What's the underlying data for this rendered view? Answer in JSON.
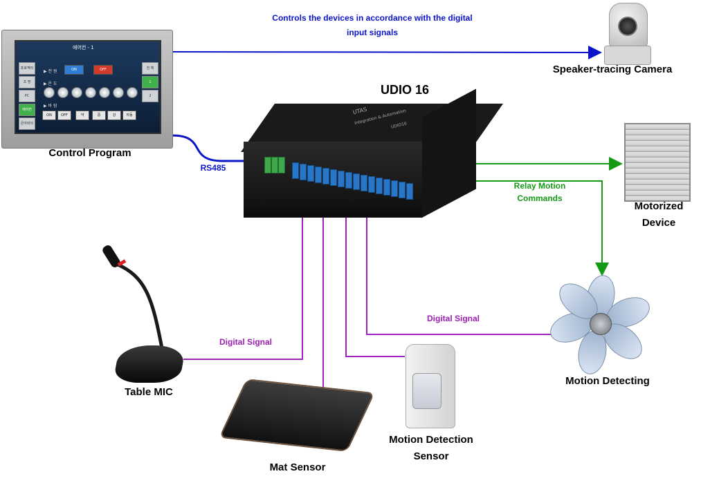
{
  "title": "UDIO 16",
  "top_annotation": {
    "line1": "Controls the devices in accordance with the digital",
    "line2": "input signals"
  },
  "labels": {
    "control_program": "Control Program",
    "rs485": "RS485",
    "camera": "Speaker-tracing Camera",
    "relay_line1": "Relay Motion",
    "relay_line2": "Commands",
    "motorized_line1": "Motorized",
    "motorized_line2": "Device",
    "motion_detecting": "Motion Detecting",
    "digital_signal_left": "Digital Signal",
    "digital_signal_right": "Digital Signal",
    "table_mic": "Table MIC",
    "mat_sensor": "Mat Sensor",
    "motion_sensor_line1": "Motion Detection",
    "motion_sensor_line2": "Sensor"
  },
  "box_print": {
    "brand": "UTAS",
    "sub": "Integration & Automation",
    "model": "UDIO16"
  },
  "screen_ui": {
    "header": "에어컨 - 1",
    "power_label": "▶ 전 원",
    "on_label": "ON",
    "off_label": "OFF",
    "temp_label": "▶ 온 도",
    "wind_label": "▶ 바 람",
    "wind_buttons": [
      "ON",
      "OFF",
      "약",
      "중",
      "강",
      "자동"
    ],
    "left_menu": [
      "프로젝터",
      "조 명",
      "PC",
      "에어컨",
      "온아바이"
    ],
    "right_menu": [
      "전 체",
      "1",
      "2"
    ]
  },
  "colors": {
    "blue_line": "#0a14c8",
    "green_line": "#159a15",
    "purple_line": "#a020c0"
  }
}
